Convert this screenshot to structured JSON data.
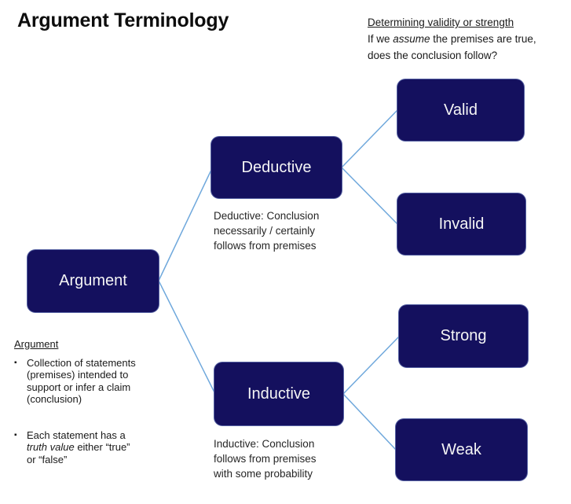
{
  "title": "Argument Terminology",
  "colors": {
    "node_fill": "#14105E",
    "connector": "#6FA8DC",
    "text": "#1a1a1a"
  },
  "top_note": {
    "heading": "Determining validity or strength",
    "line1_pre": "If we ",
    "line1_italic": "assume",
    "line1_post": " the premises are true,",
    "line2": "does the conclusion follow?"
  },
  "nodes": {
    "argument": "Argument",
    "deductive": "Deductive",
    "inductive": "Inductive",
    "valid": "Valid",
    "invalid": "Invalid",
    "strong": "Strong",
    "weak": "Weak"
  },
  "captions": {
    "deductive": "Deductive: Conclusion\nnecessarily / certainly\nfollows from premises",
    "inductive": "Inductive: Conclusion\nfollows from premises\nwith some probability"
  },
  "argument_note": {
    "heading": "Argument",
    "bullet_glyph": "▪",
    "bullet1": "Collection of statements\n(premises) intended to\nsupport or infer a claim\n(conclusion)",
    "bullet2_pre": "Each statement has a\n",
    "bullet2_italic": "truth value",
    "bullet2_post": " either “true”\nor “false”"
  }
}
